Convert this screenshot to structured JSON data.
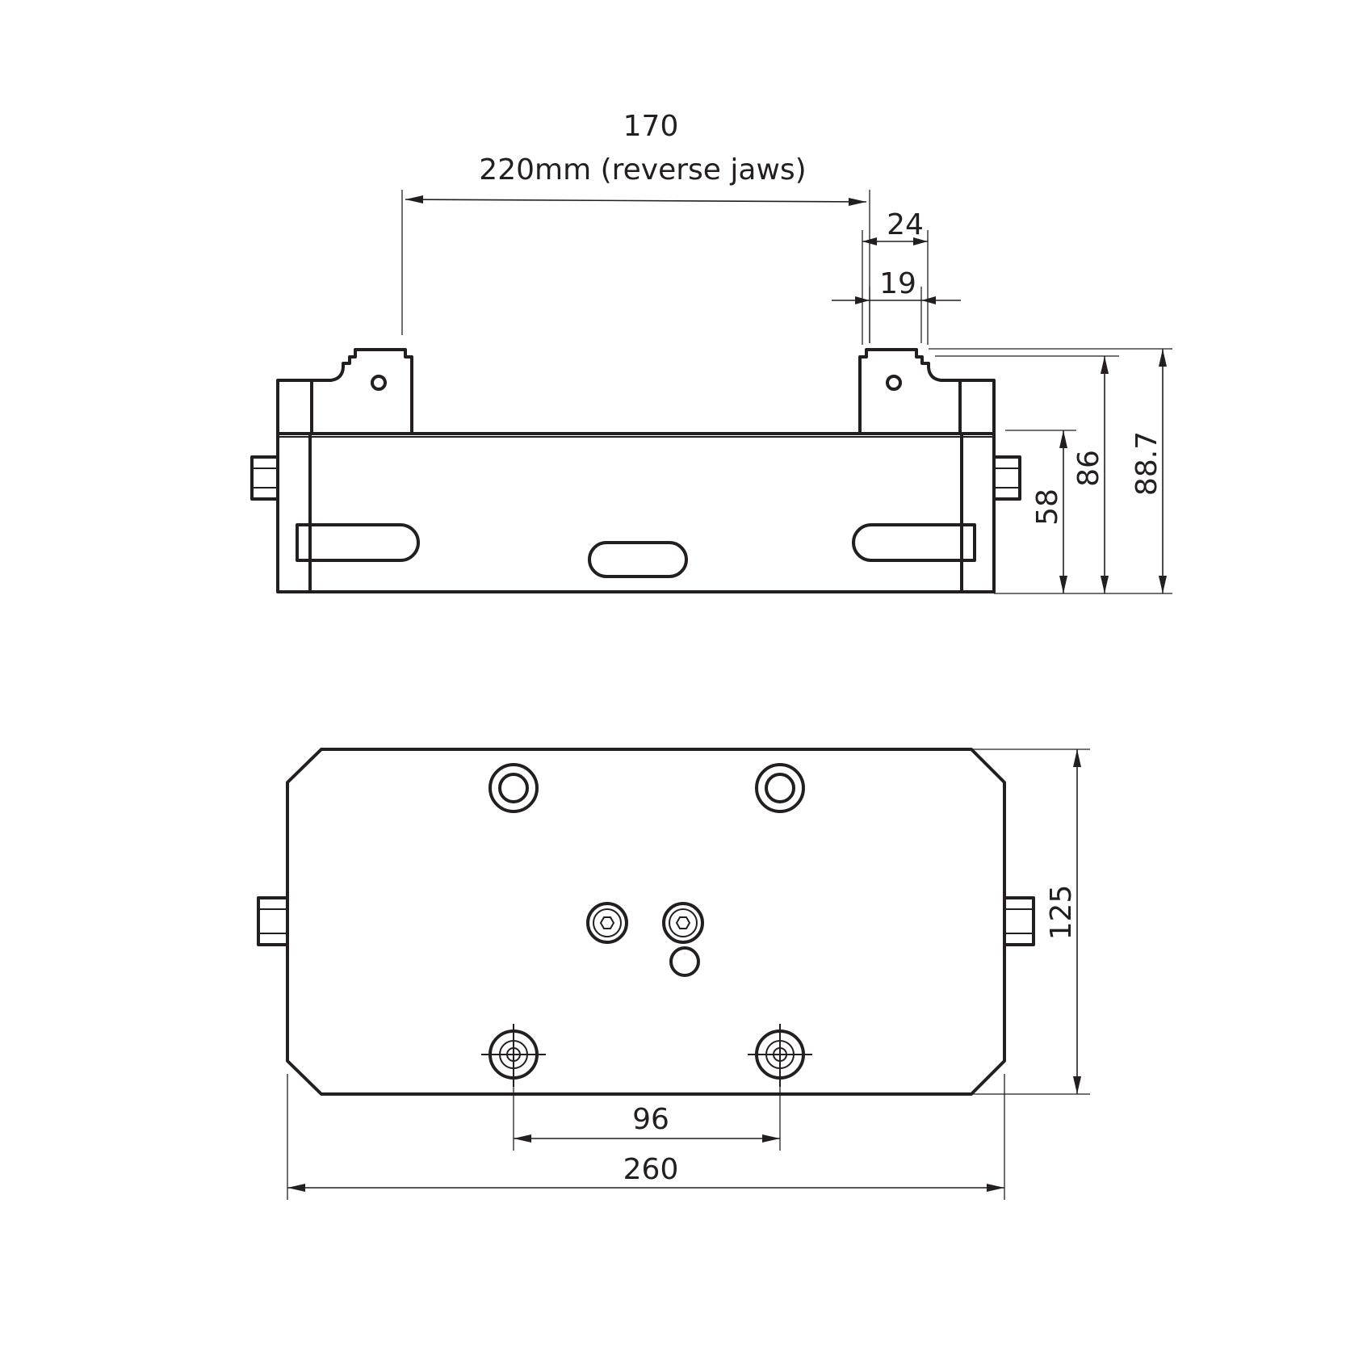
{
  "dimensions": {
    "jaw_opening": "170",
    "jaw_opening_reverse": "220mm (reverse jaws)",
    "jaw_width_outer": "24",
    "jaw_width_inner": "19",
    "height_body": "58",
    "height_to_jaw": "86",
    "height_total": "88.7",
    "base_width": "125",
    "hole_spacing": "96",
    "base_length": "260"
  },
  "icons": {
    "front_view": "vise-front-elevation-icon",
    "top_view": "vise-plan-view-icon"
  }
}
